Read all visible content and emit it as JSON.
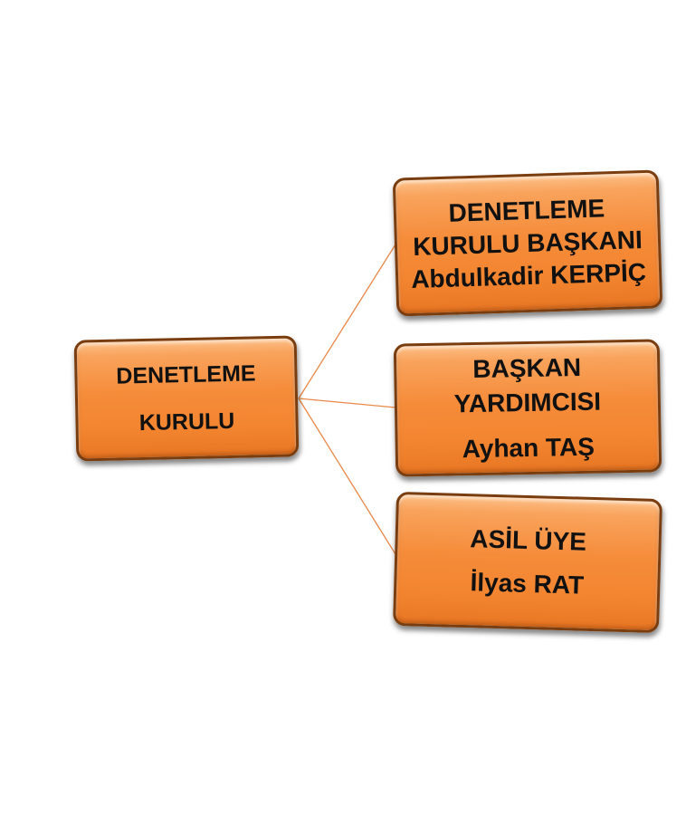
{
  "root": {
    "lines": [
      "DENETLEME",
      "KURULU"
    ]
  },
  "children": [
    {
      "lines": [
        "DENETLEME",
        "KURULU BAŞKANI",
        "Abdulkadir KERPİÇ"
      ]
    },
    {
      "lines": [
        "BAŞKAN",
        "YARDIMCISI",
        "Ayhan TAŞ"
      ]
    },
    {
      "lines": [
        "ASİL ÜYE",
        "İlyas RAT"
      ]
    }
  ],
  "colors": {
    "box_fill": "#f38530",
    "box_border": "#7a3d0f",
    "connector": "#e8894a"
  }
}
